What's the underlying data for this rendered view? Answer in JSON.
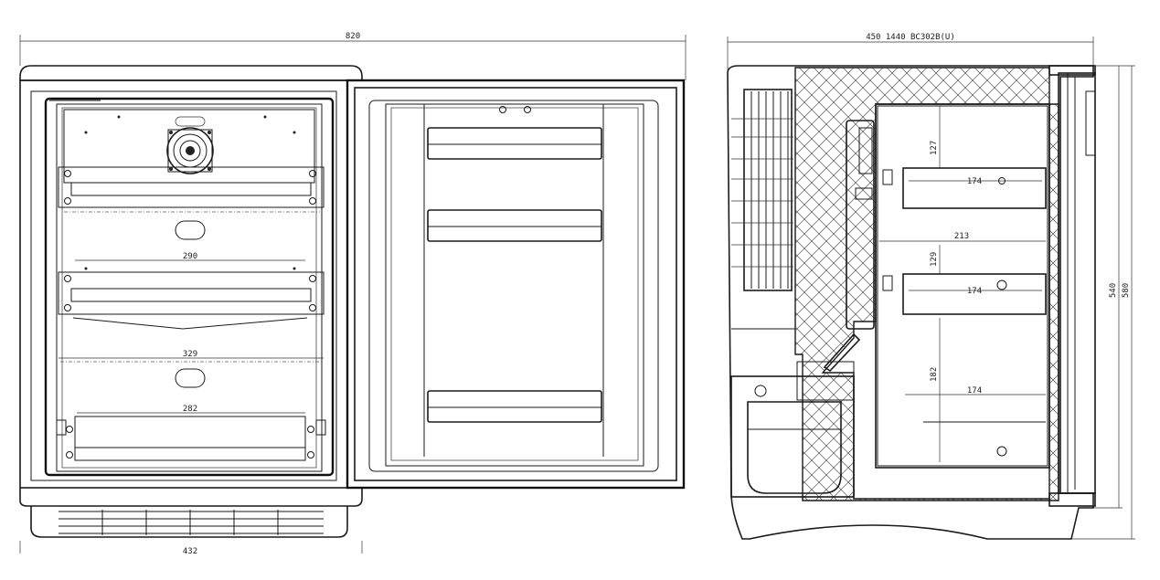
{
  "drawing": {
    "front_view": {
      "overall_width": "820",
      "base_width": "432",
      "shelf_width_upper": "290",
      "inner_width": "329",
      "shelf_width_lower": "282"
    },
    "side_view": {
      "depth_label": "450 1440 BC302B(U)",
      "height_inner": "540",
      "height_outer": "580",
      "upper_gap": "127",
      "mid_gap": "129",
      "lower_gap": "182",
      "shelf_depth_1": "174",
      "shelf_depth_2": "174",
      "shelf_depth_3": "174",
      "cabinet_depth": "213"
    }
  }
}
